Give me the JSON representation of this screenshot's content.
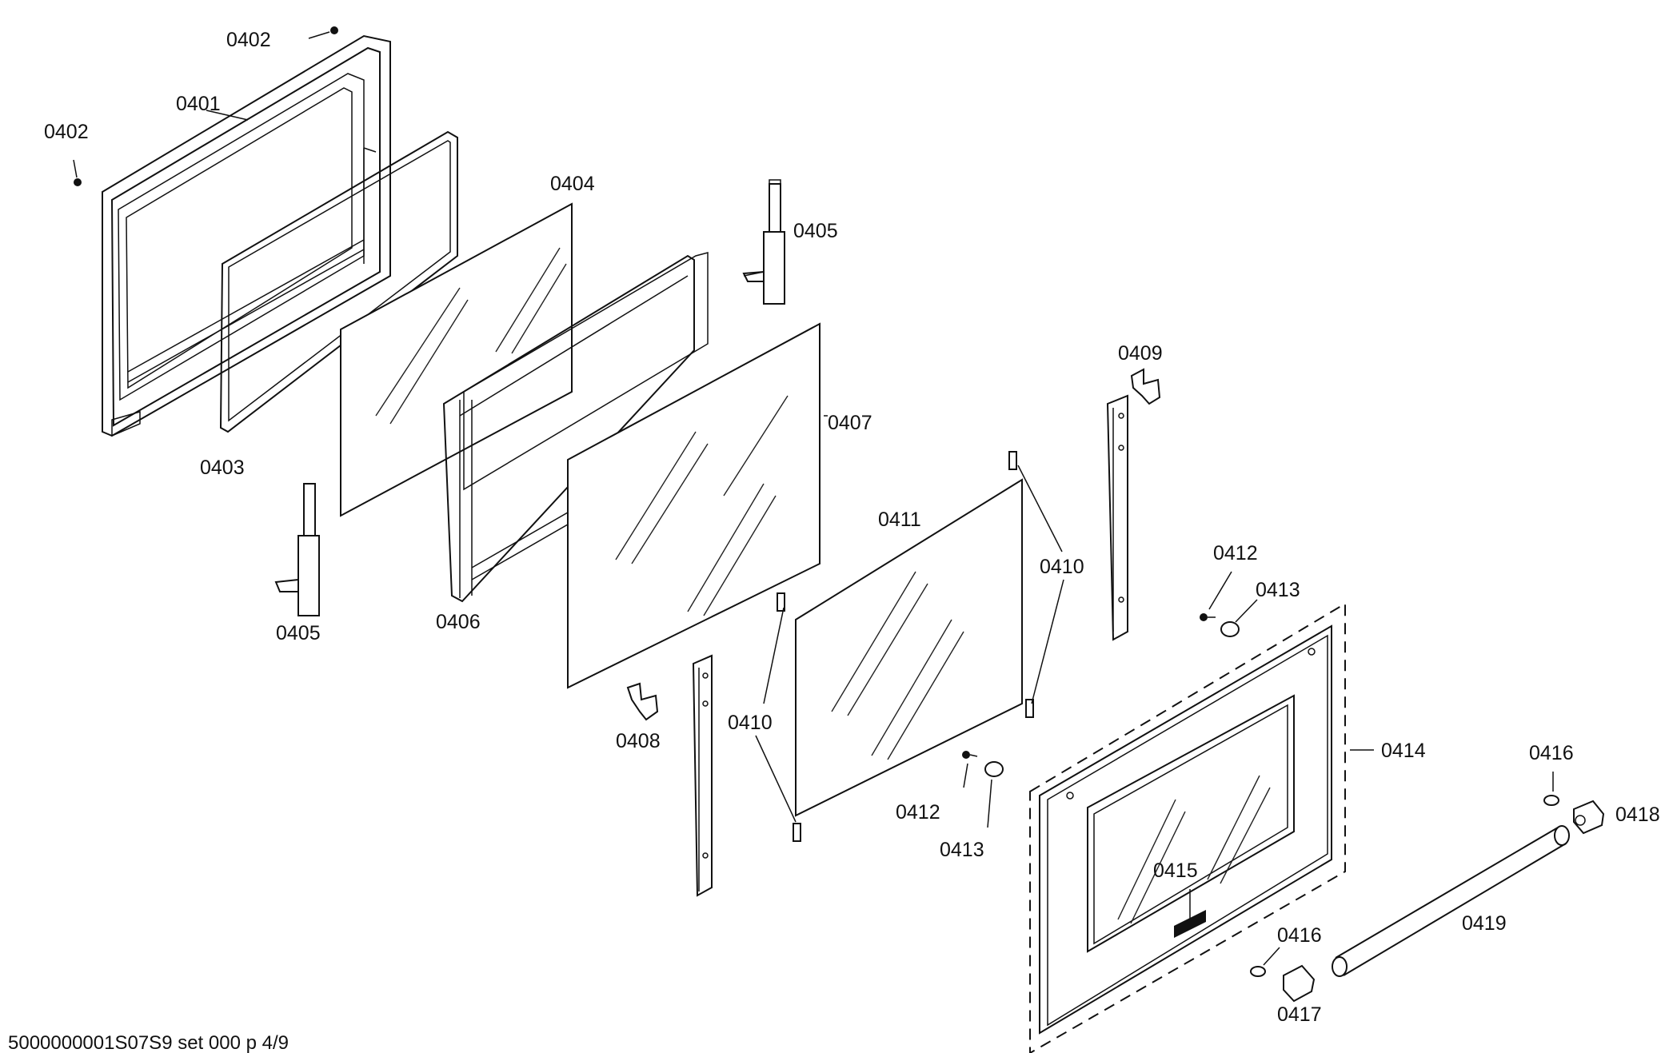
{
  "labels": {
    "p0401": "0401",
    "p0402a": "0402",
    "p0402b": "0402",
    "p0403": "0403",
    "p0404": "0404",
    "p0405a": "0405",
    "p0405b": "0405",
    "p0406": "0406",
    "p0407": "0407",
    "p0408": "0408",
    "p0409": "0409",
    "p0410a": "0410",
    "p0410b": "0410",
    "p0411": "0411",
    "p0412a": "0412",
    "p0412b": "0412",
    "p0413a": "0413",
    "p0413b": "0413",
    "p0414": "0414",
    "p0415": "0415",
    "p0416a": "0416",
    "p0416b": "0416",
    "p0417": "0417",
    "p0418": "0418",
    "p0419": "0419"
  },
  "footer": "5000000001S07S9 set 000 p 4/9"
}
